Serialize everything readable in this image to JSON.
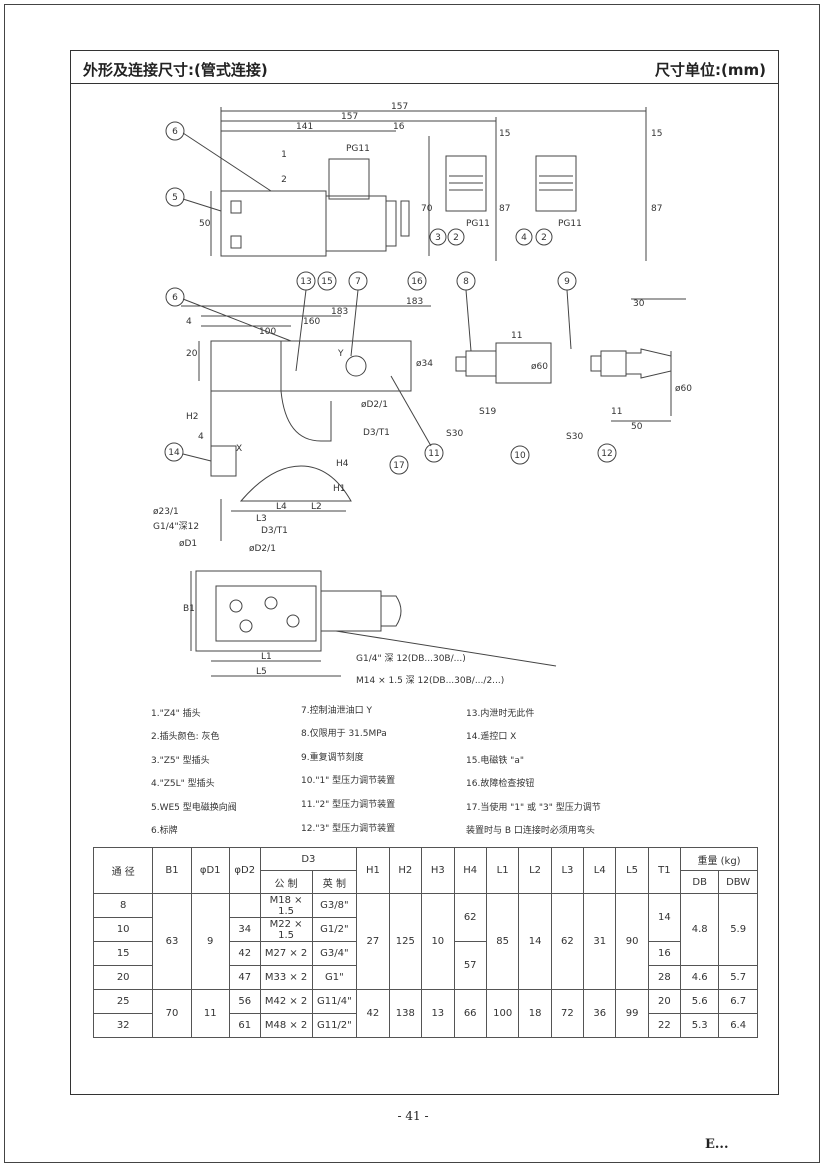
{
  "header": {
    "title": "外形及连接尺寸:(管式连接)",
    "unit": "尺寸单位:(mm)"
  },
  "drawing_labels": {
    "dim_157a": "157",
    "dim_157b": "157",
    "dim_141": "141",
    "dim_16": "16",
    "dim_pg11a": "PG11",
    "dim_15a": "15",
    "dim_15b": "15",
    "dim_70": "70",
    "dim_87a": "87",
    "dim_87b": "87",
    "dim_50": "50",
    "dim_pg11b": "PG11",
    "dim_pg11c": "PG11",
    "dim_183a": "183",
    "dim_183b": "183",
    "dim_160": "160",
    "dim_100": "100",
    "dim_4a": "4",
    "dim_20": "20",
    "dim_y": "Y",
    "dim_phi34": "ø34",
    "dim_phid2a": "øD2/1",
    "dim_d3t1a": "D3/T1",
    "dim_h2": "H2",
    "dim_h4": "H4",
    "dim_h1": "H1",
    "dim_l4": "L4",
    "dim_l2": "L2",
    "dim_l3": "L3",
    "dim_d3t1b": "D3/T1",
    "dim_phid2b": "øD2/1",
    "dim_phi23": "ø23/1",
    "dim_g14a": "G1/4\"深12",
    "dim_phid1": "øD1",
    "dim_x": "X",
    "dim_4b": "4",
    "dim_11a": "11",
    "dim_phi60a": "ø60",
    "dim_s19": "S19",
    "dim_s30a": "S30",
    "dim_30": "30",
    "dim_phi60b": "ø60",
    "dim_11b": "11",
    "dim_50b": "50",
    "dim_s30b": "S30",
    "dim_b1": "B1",
    "dim_l1": "L1",
    "dim_l5": "L5",
    "callout_g14": "G1/4\" 深 12(DB...30B/...)",
    "callout_m14": "M14 × 1.5 深 12(DB...30B/.../2...)",
    "num_1": "1",
    "num_2": "2",
    "num_3": "3",
    "num_4": "4",
    "num_5": "5",
    "num_6": "6",
    "num_7": "7",
    "num_8": "8",
    "num_9": "9",
    "num_10": "10",
    "num_11": "11",
    "num_12": "12",
    "num_13": "13",
    "num_14": "14",
    "num_15": "15",
    "num_16": "16",
    "num_17": "17"
  },
  "notes": [
    "1.\"Z4\" 插头",
    "2.插头颜色: 灰色",
    "3.\"Z5\" 型插头",
    "4.\"Z5L\" 型插头",
    "5.WE5 型电磁换向阀",
    "6.标牌",
    "7.控制油泄油口 Y",
    "8.仅限用于 31.5MPa",
    "9.重复调节刻度",
    "10.\"1\" 型压力调节装置",
    "11.\"2\" 型压力调节装置",
    "12.\"3\" 型压力调节装置",
    "13.内泄时无此件",
    "14.遥控口 X",
    "15.电磁铁 \"a\"",
    "16.故障检查按钮",
    "17.当使用 \"1\" 或 \"3\" 型压力调节",
    "装置时与 B 口连接时必须用弯头"
  ],
  "table": {
    "headers": {
      "size": "通 径",
      "b1": "B1",
      "phid1": "φD1",
      "phid2": "φD2",
      "d3": "D3",
      "d3_metric": "公 制",
      "d3_imperial": "英 制",
      "h1": "H1",
      "h2": "H2",
      "h3": "H3",
      "h4": "H4",
      "l1": "L1",
      "l2": "L2",
      "l3": "L3",
      "l4": "L4",
      "l5": "L5",
      "t1": "T1",
      "weight": "重量 (kg)",
      "db": "DB",
      "dbw": "DBW"
    },
    "rows": [
      {
        "size": "8",
        "d2": "",
        "metric": "M18 × 1.5",
        "imperial": "G3/8\""
      },
      {
        "size": "10",
        "d2": "34",
        "metric": "M22 × 1.5",
        "imperial": "G1/2\""
      },
      {
        "size": "15",
        "d2": "42",
        "metric": "M27 × 2",
        "imperial": "G3/4\""
      },
      {
        "size": "20",
        "d2": "47",
        "metric": "M33 × 2",
        "imperial": "G1\""
      },
      {
        "size": "25",
        "d2": "56",
        "metric": "M42 × 2",
        "imperial": "G11/4\""
      },
      {
        "size": "32",
        "d2": "61",
        "metric": "M48 × 2",
        "imperial": "G11/2\""
      }
    ],
    "groupA": {
      "b1": "63",
      "d1": "9",
      "h1": "27",
      "h2": "125",
      "h3": "10",
      "h4_top": "62",
      "h4_bottom": "57",
      "l1": "85",
      "l2": "14",
      "l3": "62",
      "l4": "31",
      "l5": "90",
      "t1_a": "14",
      "t1_b": "16",
      "t1_c": "28",
      "db_a": "4.8",
      "dbw_a": "5.9",
      "db_b": "4.6",
      "dbw_b": "5.7"
    },
    "groupB": {
      "b1": "70",
      "d1": "11",
      "h1": "42",
      "h2": "138",
      "h3": "13",
      "h4": "66",
      "l1": "100",
      "l2": "18",
      "l3": "72",
      "l4": "36",
      "l5": "99",
      "t1_a": "20",
      "t1_b": "22",
      "db_a": "5.6",
      "dbw_a": "6.7",
      "db_b": "5.3",
      "dbw_b": "6.4"
    }
  },
  "footer": {
    "page_number": "- 41 -",
    "logo": "E..."
  }
}
